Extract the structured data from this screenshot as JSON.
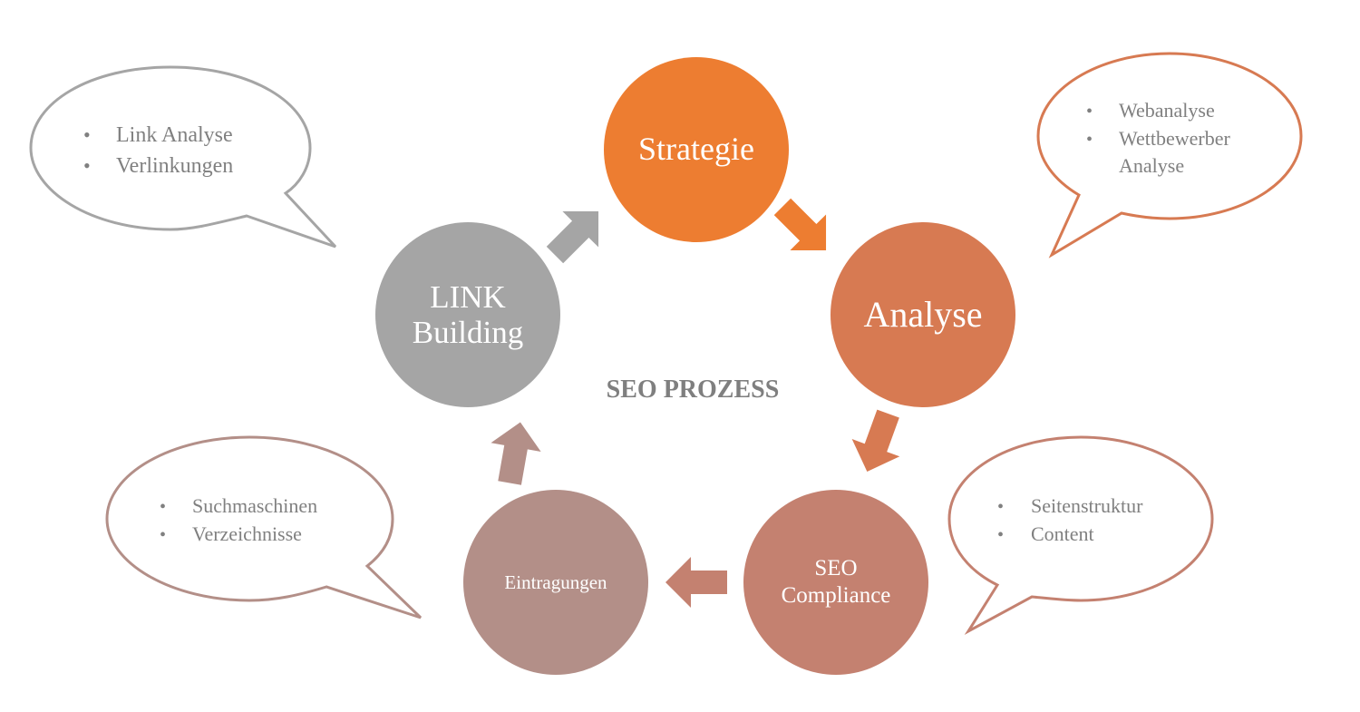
{
  "title": "SEO PROZESS",
  "colors": {
    "strategie": "#ED7D31",
    "analyse": "#D77A52",
    "compliance": "#C48170",
    "eintragungen": "#B38F88",
    "link": "#A5A5A5",
    "bubble_text": "#808080",
    "title_text": "#7F7F7F"
  },
  "nodes": {
    "strategie": {
      "label": "Strategie"
    },
    "analyse": {
      "label": "Analyse"
    },
    "compliance": {
      "line1": "SEO",
      "line2": "Compliance"
    },
    "eintragungen": {
      "label": "Eintragungen"
    },
    "link": {
      "line1": "LINK",
      "line2": "Building"
    }
  },
  "bubbles": {
    "link": {
      "items": [
        "Link Analyse",
        "Verlinkungen"
      ]
    },
    "analyse": {
      "items": [
        "Webanalyse",
        "Wettbewerber",
        "Analyse"
      ]
    },
    "compliance": {
      "items": [
        "Seitenstruktur",
        "Content"
      ]
    },
    "eintragungen": {
      "items": [
        "Suchmaschinen",
        "Verzeichnisse"
      ]
    }
  },
  "bullet": "•"
}
